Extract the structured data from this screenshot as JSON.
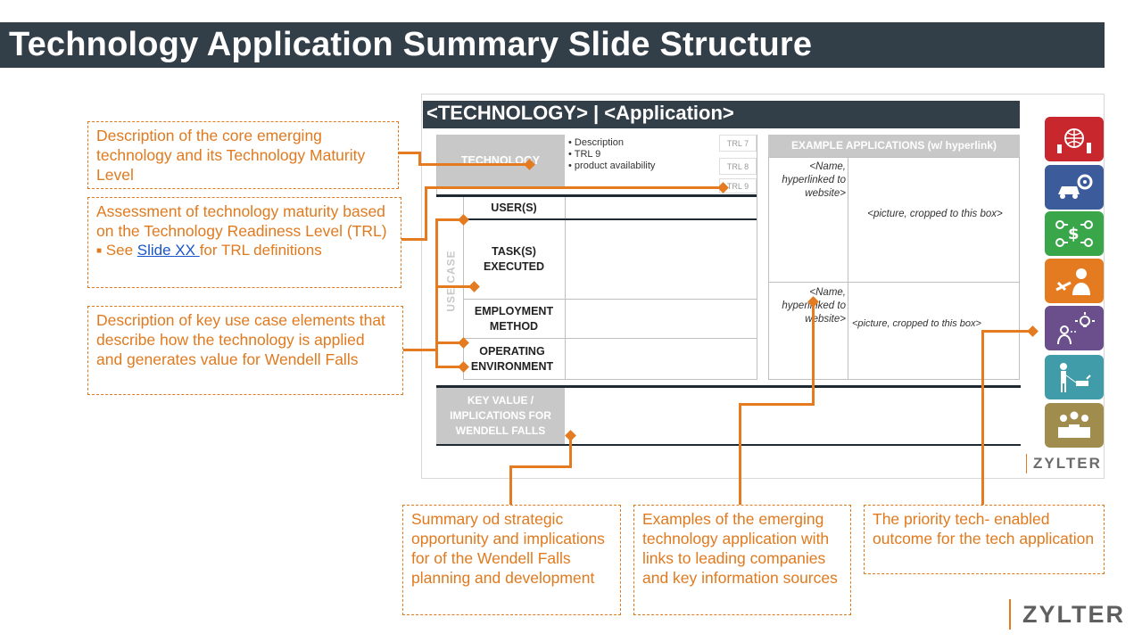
{
  "title": "Technology Application Summary Slide Structure",
  "thumbnail": {
    "header": "<TECHNOLOGY> |  <Application>",
    "technology_label": "TECHNOLOGY",
    "bullets": [
      "Description",
      "TRL 9",
      "product availability"
    ],
    "trl": [
      "TRL 7",
      "TRL 8",
      "TRL 9"
    ],
    "use_case_label": "USE CASE",
    "rows": [
      "USER(S)",
      "TASK(S) EXECUTED",
      "EMPLOYMENT METHOD",
      "OPERATING ENVIRONMENT"
    ],
    "example_header": "EXAMPLE APPLICATIONS (w/ hyperlink)",
    "example_name_1": "<Name, hyperlinked to website>",
    "example_pic_1": "<picture, cropped to this box>",
    "example_name_2": "<Name, hyperlinked to website>",
    "example_pic_2": "<picture, cropped to this box>",
    "key_value_label": "KEY VALUE / IMPLICATIONS FOR WENDELL FALLS",
    "brand": "ZYLTER"
  },
  "callouts": {
    "c1": "Description of the core emerging technology and its Technology Maturity Level",
    "c2_main": "Assessment of technology maturity based on the Technology Readiness Level (TRL)",
    "c2_see": "See ",
    "c2_link": "Slide XX ",
    "c2_tail": "for TRL definitions",
    "c3": "Description of key use case elements that describe how the technology is applied and generates value for Wendell Falls",
    "c4": "Summary od strategic opportunity and implications for of the Wendell Falls planning and development",
    "c5": "Examples of the emerging technology application with links to leading companies and key information sources",
    "c6": "The priority tech- enabled outcome for the tech application"
  },
  "icons": [
    {
      "name": "smart-city-globe-icon",
      "color": "#c8282d"
    },
    {
      "name": "car-gear-icon",
      "color": "#3b5b9b"
    },
    {
      "name": "money-network-icon",
      "color": "#3aa64a"
    },
    {
      "name": "worker-tools-icon",
      "color": "#e57b21"
    },
    {
      "name": "person-idea-icon",
      "color": "#6b4f8c"
    },
    {
      "name": "person-dog-icon",
      "color": "#3f9ca8"
    },
    {
      "name": "community-people-icon",
      "color": "#a08c4d"
    }
  ],
  "brand": "ZYLTER"
}
